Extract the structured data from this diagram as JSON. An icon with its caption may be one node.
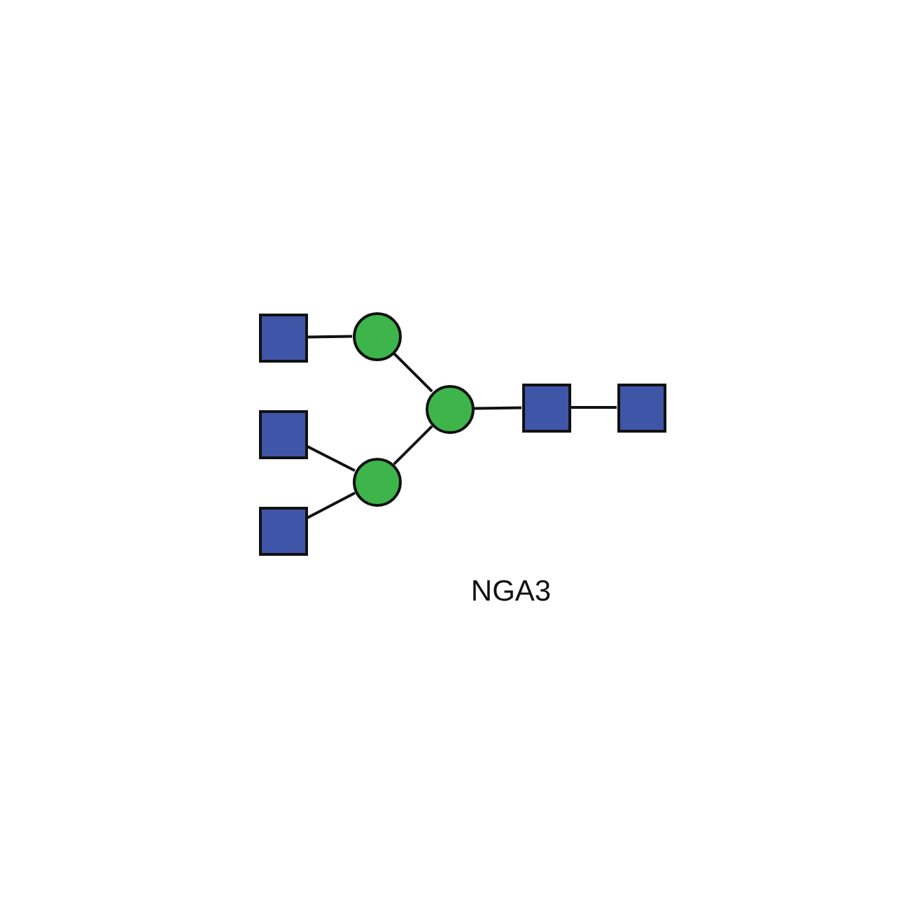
{
  "diagram": {
    "caption": "NGA3",
    "nodes": [
      {
        "text": [],
        "shape": "box"
      },
      {
        "text": [],
        "shape": "box"
      },
      {
        "text": [],
        "shape": "box"
      },
      {
        "text": [],
        "shape": "circle"
      },
      {
        "text": [],
        "shape": "circle"
      },
      {
        "text": [],
        "shape": "circle"
      },
      {
        "text": [],
        "shape": "box"
      },
      {
        "text": [],
        "shape": "box"
      }
    ],
    "edges": [
      {
        "from": 0,
        "to": 3,
        "arrow": "none"
      },
      {
        "from": 3,
        "to": 5,
        "arrow": "none"
      },
      {
        "from": 1,
        "to": 4,
        "arrow": "none"
      },
      {
        "from": 2,
        "to": 4,
        "arrow": "none"
      },
      {
        "from": 4,
        "to": 5,
        "arrow": "none"
      },
      {
        "from": 5,
        "to": 6,
        "arrow": "none"
      },
      {
        "from": 6,
        "to": 7,
        "arrow": "none"
      }
    ]
  }
}
